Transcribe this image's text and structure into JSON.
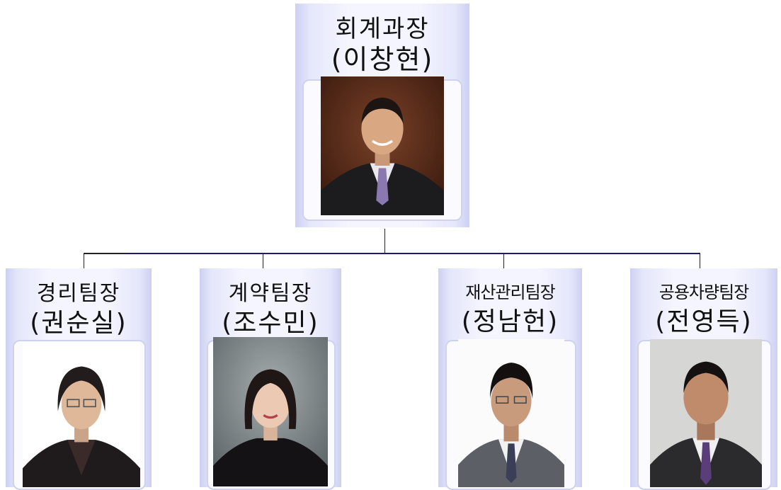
{
  "org_chart": {
    "head": {
      "title": "회계과장",
      "name": "(이창현)"
    },
    "teams": [
      {
        "title": "경리팀장",
        "name": "(권순실)"
      },
      {
        "title": "계약팀장",
        "name": "(조수민)"
      },
      {
        "title": "재산관리팀장",
        "name": "(정남헌)"
      },
      {
        "title": "공용차량팀장",
        "name": "(전영득)"
      }
    ]
  }
}
